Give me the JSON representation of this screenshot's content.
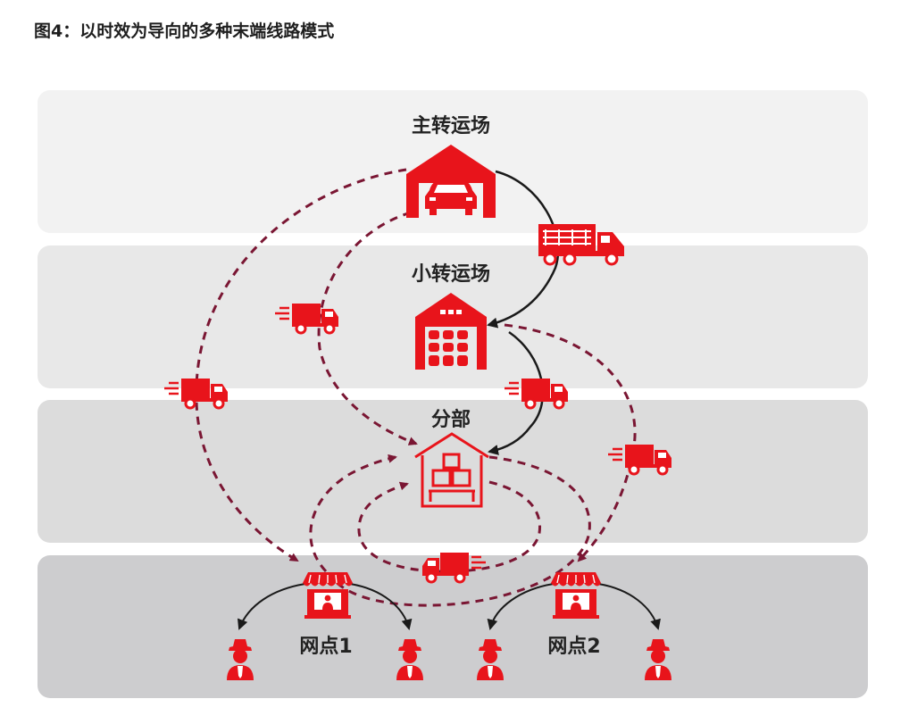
{
  "title": "图4：以时效为导向的多种末端线路模式",
  "nodes": {
    "main_hub": "主转运场",
    "sub_hub": "小转运场",
    "branch": "分部",
    "outlet_1": "网点1",
    "outlet_2": "网点2"
  },
  "colors": {
    "accent": "#e8141b",
    "dashed_route": "#7a1633",
    "solid_route": "#1a1a1a"
  }
}
